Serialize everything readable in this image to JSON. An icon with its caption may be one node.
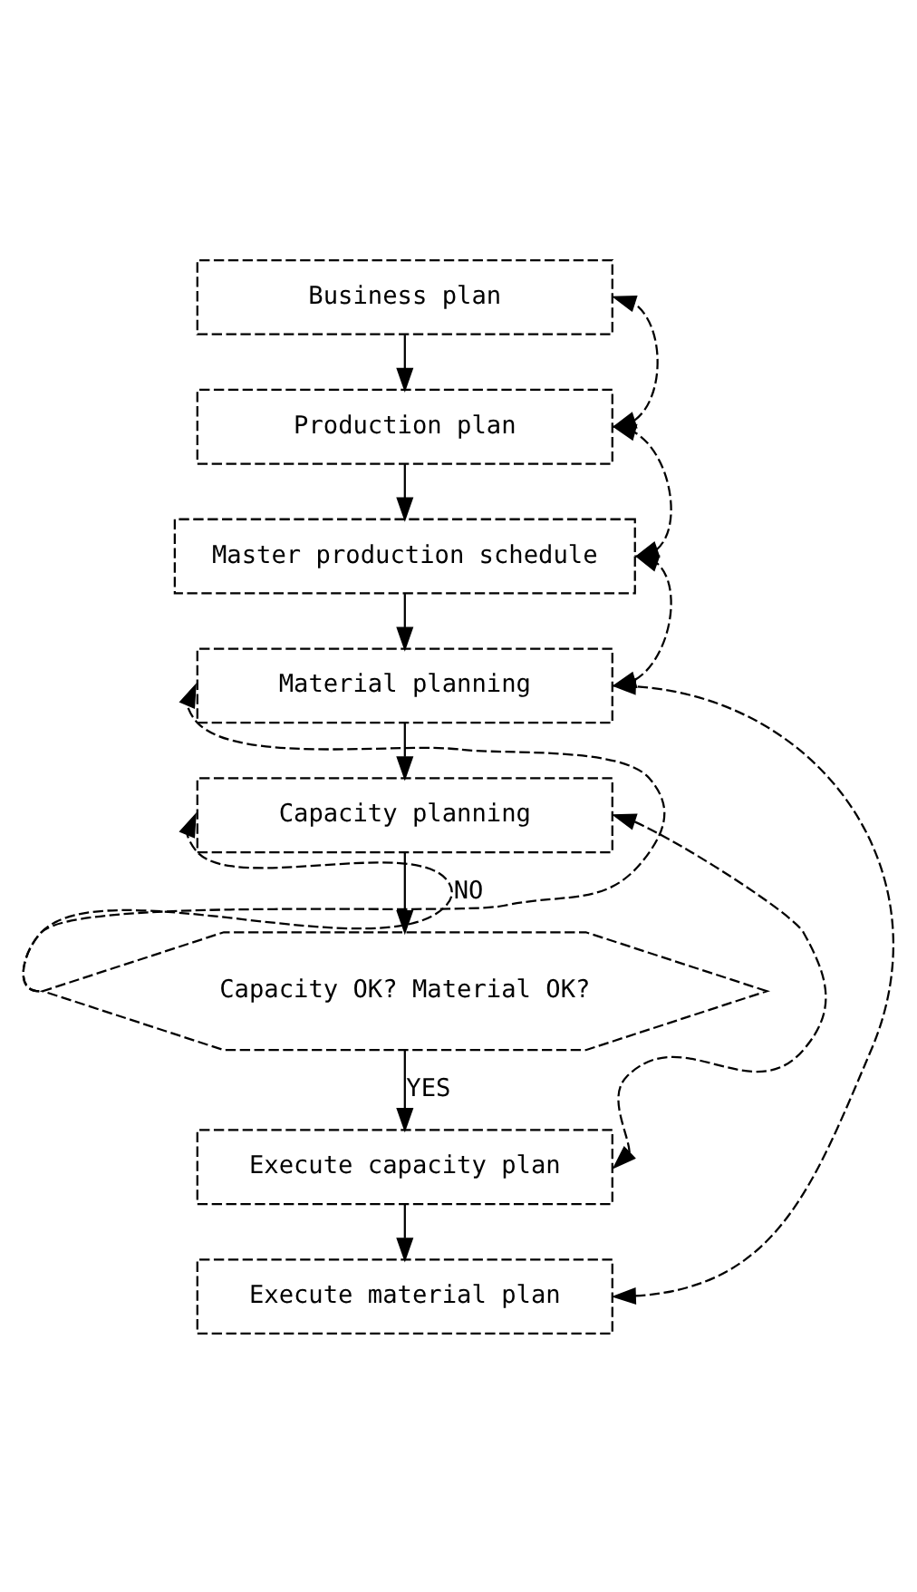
{
  "diagram": {
    "nodes": [
      {
        "text": [
          "Business plan"
        ]
      },
      {
        "text": [
          "Production plan"
        ]
      },
      {
        "text": [
          "Master production schedule"
        ]
      },
      {
        "text": [
          "Material planning"
        ]
      },
      {
        "text": [
          "Capacity planning"
        ]
      },
      {
        "text": [
          "Capacity OK? Material OK?"
        ]
      },
      {
        "text": [
          "Execute capacity plan"
        ]
      },
      {
        "text": [
          "Execute material plan"
        ]
      }
    ],
    "edges": [
      {
        "from": 0,
        "to": 1,
        "arrow": "to"
      },
      {
        "from": 1,
        "to": 2,
        "arrow": "to"
      },
      {
        "from": 2,
        "to": 3,
        "arrow": "to"
      },
      {
        "from": 3,
        "to": 4,
        "arrow": "to"
      },
      {
        "from": 4,
        "to": 5,
        "arrow": "to"
      },
      {
        "from": 5,
        "to": 6,
        "arrow": "to",
        "label": "YES"
      },
      {
        "from": 6,
        "to": 7,
        "arrow": "to"
      },
      {
        "from": 1,
        "to": 0,
        "arrow": "both",
        "style": "dashed"
      },
      {
        "from": 2,
        "to": 1,
        "arrow": "both",
        "style": "dashed"
      },
      {
        "from": 3,
        "to": 2,
        "arrow": "both",
        "style": "dashed"
      },
      {
        "from": 7,
        "to": 3,
        "arrow": "both",
        "style": "dashed"
      },
      {
        "from": 6,
        "to": 4,
        "arrow": "both",
        "style": "dashed"
      },
      {
        "from": 5,
        "to": 3,
        "arrow": "to",
        "style": "dashed"
      },
      {
        "from": 5,
        "to": 4,
        "arrow": "to",
        "style": "dashed",
        "label": "NO"
      }
    ]
  }
}
